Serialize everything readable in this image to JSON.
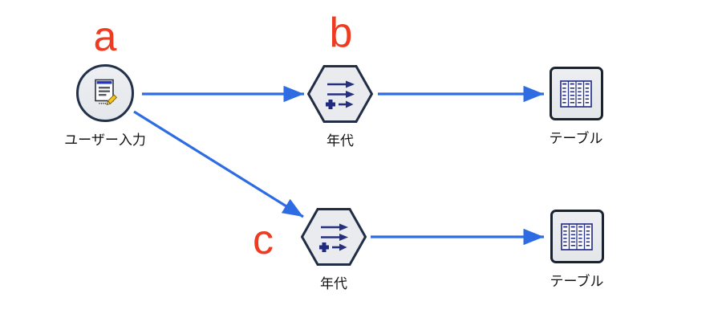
{
  "colors": {
    "background": "#ffffff",
    "edge_blue": "#2d6ce2",
    "annotation_red": "#ed3c22",
    "node_border_navy": "#223049",
    "node_fill_gray": "#e9ebee",
    "icon_navy": "#27307e",
    "label_text": "#111111"
  },
  "annotations": {
    "a": "a",
    "b": "b",
    "c": "c"
  },
  "icons": {
    "user_input": "form-with-pencil-icon",
    "derive": "triple-arrow-plus-icon",
    "table": "table-grid-icon"
  },
  "nodes": [
    {
      "id": "user-input",
      "type": "source-user-input",
      "shape": "circle",
      "label": "ユーザー入力",
      "annotation": "a"
    },
    {
      "id": "derive-top",
      "type": "derive",
      "shape": "hexagon",
      "label": "年代",
      "annotation": "b"
    },
    {
      "id": "table-top",
      "type": "table-output",
      "shape": "square",
      "label": "テーブル",
      "annotation": ""
    },
    {
      "id": "derive-bottom",
      "type": "derive",
      "shape": "hexagon",
      "label": "年代",
      "annotation": "c"
    },
    {
      "id": "table-bottom",
      "type": "table-output",
      "shape": "square",
      "label": "テーブル",
      "annotation": ""
    }
  ],
  "edges": [
    {
      "from": "user-input",
      "to": "derive-top"
    },
    {
      "from": "user-input",
      "to": "derive-bottom"
    },
    {
      "from": "derive-top",
      "to": "table-top"
    },
    {
      "from": "derive-bottom",
      "to": "table-bottom"
    }
  ]
}
